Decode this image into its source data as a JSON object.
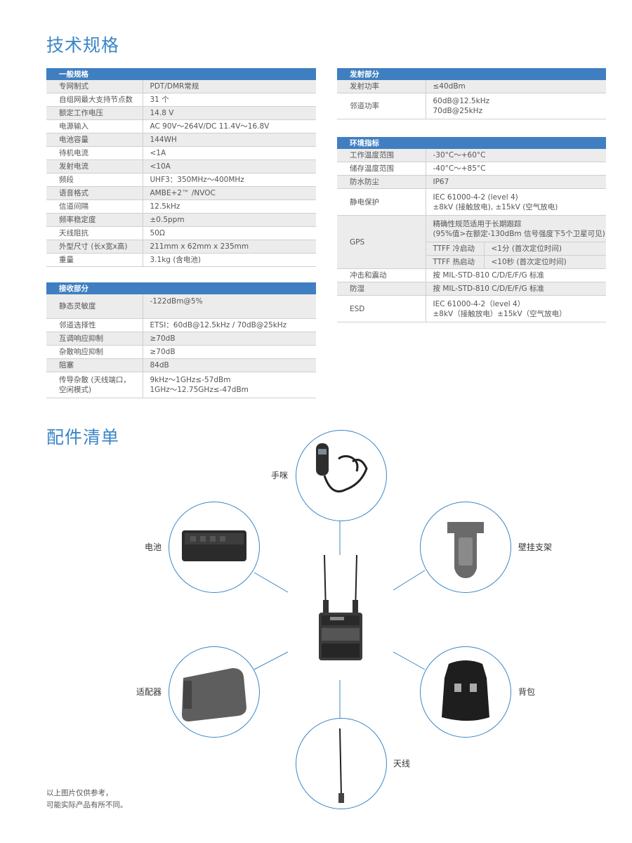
{
  "sections": {
    "specs_title": "技术规格",
    "accessories_title": "配件清单"
  },
  "general": {
    "header": "一般规格",
    "rows": [
      {
        "k": "专网制式",
        "v": "PDT/DMR常规"
      },
      {
        "k": "自组网最大支持节点数",
        "v": "31 个"
      },
      {
        "k": "额定工作电压",
        "v": "14.8 V"
      },
      {
        "k": "电源输入",
        "v": "AC 90V～264V/DC 11.4V～16.8V"
      },
      {
        "k": "电池容量",
        "v": "144WH"
      },
      {
        "k": "待机电流",
        "v": "<1A"
      },
      {
        "k": "发射电流",
        "v": "<10A"
      },
      {
        "k": "频段",
        "v": "UHF3：350MHz～400MHz"
      },
      {
        "k": "语音格式",
        "v": "AMBE+2™ /NVOC"
      },
      {
        "k": "信道间隔",
        "v": "12.5kHz"
      },
      {
        "k": "频率稳定度",
        "v": "±0.5ppm"
      },
      {
        "k": "天线阻抗",
        "v": "50Ω"
      },
      {
        "k": "外型尺寸 (长x宽x高)",
        "v": "211mm x 62mm x 235mm"
      },
      {
        "k": "重量",
        "v": "3.1kg (含电池)"
      }
    ]
  },
  "receive": {
    "header": "接收部分",
    "rows": [
      {
        "k": "静态灵敏度",
        "v": "-122dBm@5%"
      },
      {
        "k": "邻道选择性",
        "v": "ETSI：60dB@12.5kHz / 70dB@25kHz"
      },
      {
        "k": "互调响应抑制",
        "v": "≥70dB"
      },
      {
        "k": "杂散响应抑制",
        "v": "≥70dB"
      },
      {
        "k": "阻塞",
        "v": "84dB"
      },
      {
        "k1": "传导杂散 (天线端口，",
        "k2": "空闲模式)",
        "v1": "9kHz～1GHz≤-57dBm",
        "v2": "1GHz～12.75GHz≤-47dBm"
      }
    ]
  },
  "transmit": {
    "header": "发射部分",
    "rows": [
      {
        "k": "发射功率",
        "v": "≤40dBm"
      },
      {
        "k": "邻道功率",
        "v1": "60dB@12.5kHz",
        "v2": "70dB@25kHz"
      }
    ]
  },
  "environment": {
    "header": "环境指标",
    "rows": [
      {
        "k": "工作温度范围",
        "v": "-30°C～+60°C"
      },
      {
        "k": "储存温度范围",
        "v": "-40°C～+85°C"
      },
      {
        "k": "防水防尘",
        "v": "IP67"
      },
      {
        "k": "静电保护",
        "v1": "IEC 61000-4-2 (level 4)",
        "v2": "±8kV (接触放电), ±15kV (空气放电)"
      },
      {
        "k": "GPS",
        "v1": "精确性规范适用于长期跟踪",
        "v2": "(95%值>在额定-130dBm 信号强度下5个卫星可见)",
        "sub": [
          {
            "k": "TTFF 冷启动",
            "v": "<1分 (首次定位时间)"
          },
          {
            "k": "TTFF 热启动",
            "v": "<10秒 (首次定位时间)"
          }
        ]
      },
      {
        "k": "冲击和震动",
        "v": "按 MIL-STD-810 C/D/E/F/G 标准"
      },
      {
        "k": "防湿",
        "v": "按 MIL-STD-810 C/D/E/F/G 标准"
      },
      {
        "k": "ESD",
        "v1": "IEC 61000-4-2（level 4）",
        "v2": "±8kV（接触放电）±15kV（空气放电）"
      }
    ]
  },
  "accessories": {
    "mic": "手咪",
    "battery": "电池",
    "bracket": "壁挂支架",
    "adapter": "适配器",
    "backpack": "背包",
    "antenna": "天线"
  },
  "note": {
    "line1": "以上图片仅供参考，",
    "line2": "可能实际产品有所不同。"
  },
  "colors": {
    "accent": "#3b86c6",
    "header_bg": "#3f7fc1",
    "row_alt": "#ececec"
  }
}
